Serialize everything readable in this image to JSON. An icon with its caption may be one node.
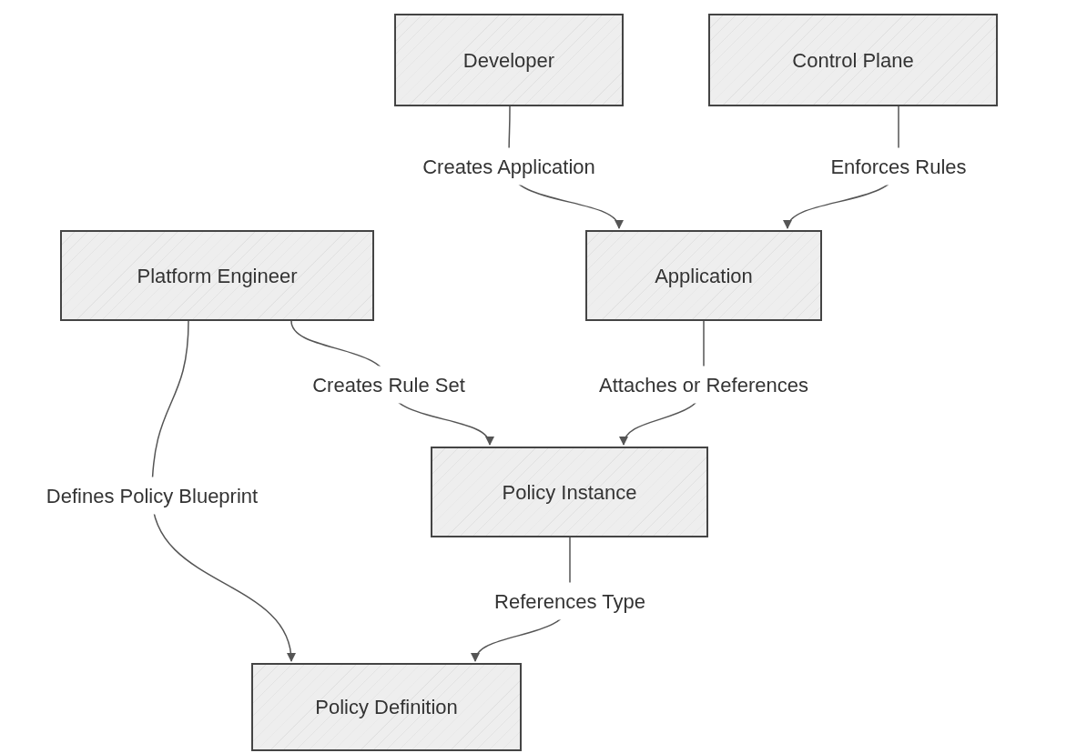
{
  "diagram": {
    "nodes": [
      {
        "text": [
          "Developer"
        ]
      },
      {
        "text": [
          "Control Plane"
        ]
      },
      {
        "text": [
          "Platform Engineer"
        ]
      },
      {
        "text": [
          "Application"
        ]
      },
      {
        "text": [
          "Policy Instance"
        ]
      },
      {
        "text": [
          "Policy Definition"
        ]
      }
    ],
    "edges": [
      {
        "from": 0,
        "to": 3,
        "arrow": "to",
        "label": "Creates Application"
      },
      {
        "from": 1,
        "to": 3,
        "arrow": "to",
        "label": "Enforces Rules"
      },
      {
        "from": 2,
        "to": 4,
        "arrow": "to",
        "label": "Creates Rule Set"
      },
      {
        "from": 3,
        "to": 4,
        "arrow": "to",
        "label": "Attaches or References"
      },
      {
        "from": 2,
        "to": 5,
        "arrow": "to",
        "label": "Defines Policy Blueprint"
      },
      {
        "from": 4,
        "to": 5,
        "arrow": "to",
        "label": "References Type"
      }
    ]
  }
}
